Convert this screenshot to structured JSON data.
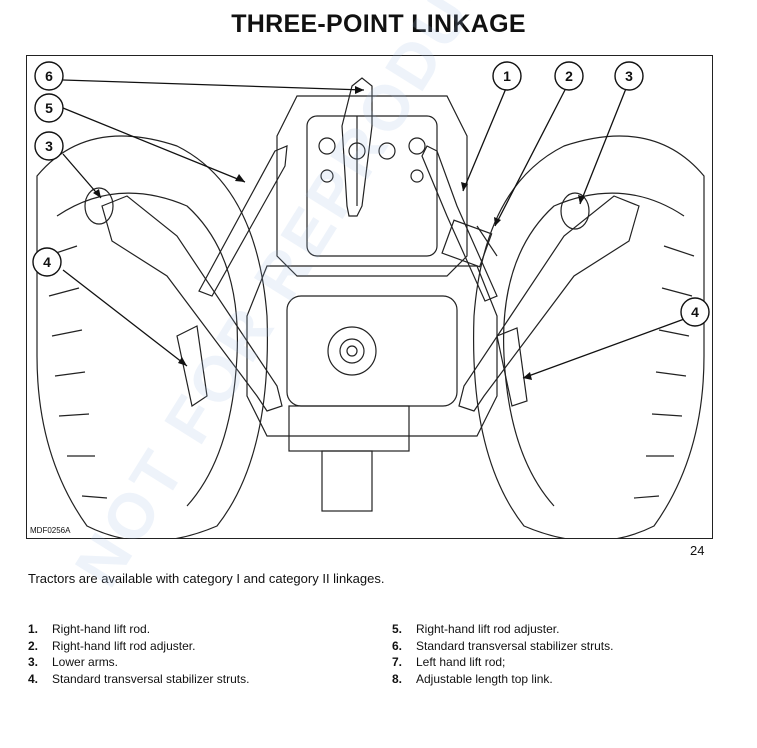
{
  "page": {
    "title": "THREE-POINT LINKAGE",
    "figure_code": "MDF0256A",
    "page_number": "24",
    "intro": "Tractors are available with category I and category II linkages.",
    "watermark": "NOT FOR REPRODUCTION"
  },
  "callouts": [
    "6",
    "5",
    "3",
    "4",
    "1",
    "2",
    "3",
    "4"
  ],
  "legend": {
    "left": [
      {
        "num": "1.",
        "text": "Right-hand lift rod."
      },
      {
        "num": "2.",
        "text": "Right-hand lift rod adjuster."
      },
      {
        "num": "3.",
        "text": "Lower arms."
      },
      {
        "num": "4.",
        "text": "Standard transversal stabilizer struts."
      }
    ],
    "right": [
      {
        "num": "5.",
        "text": "Right-hand lift rod adjuster."
      },
      {
        "num": "6.",
        "text": "Standard transversal stabilizer struts."
      },
      {
        "num": "7.",
        "text": "Left hand lift rod;"
      },
      {
        "num": "8.",
        "text": "Adjustable length top link."
      }
    ]
  }
}
